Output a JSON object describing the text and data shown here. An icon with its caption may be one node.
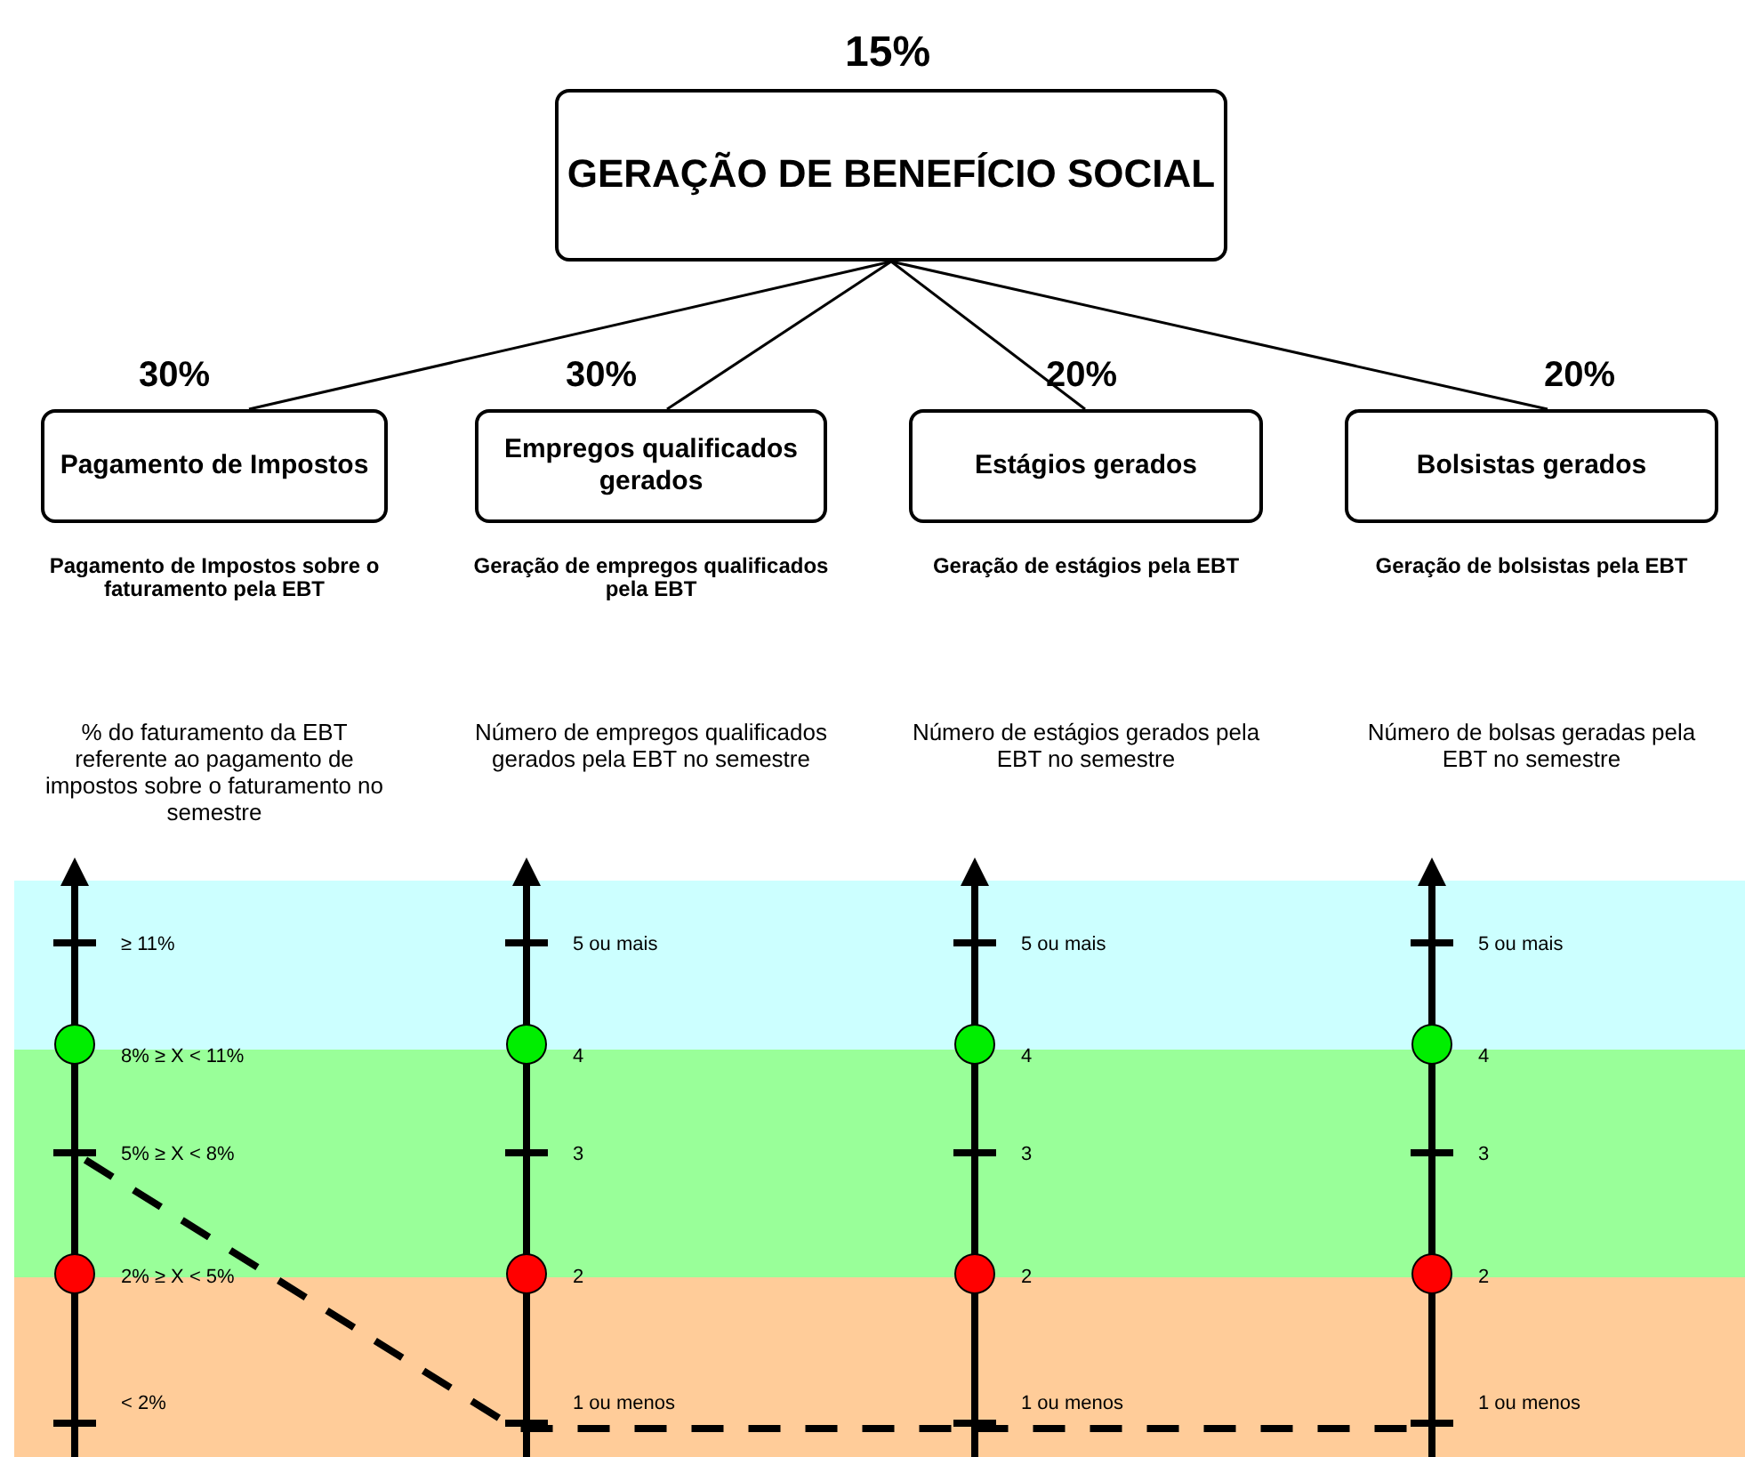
{
  "diagram": {
    "nodes": [
      {
        "text": [
          "GERAÇÃO DE BENEFÍCIO SOCIAL"
        ],
        "beside": [
          "15%"
        ]
      },
      {
        "text": [
          "Pagamento de Impostos"
        ],
        "beside": [
          "30%"
        ]
      },
      {
        "text": [
          "Empregos qualificados gerados"
        ],
        "beside": [
          "30%"
        ]
      },
      {
        "text": [
          "Estágios gerados"
        ],
        "beside": [
          "20%"
        ]
      },
      {
        "text": [
          "Bolsistas gerados"
        ],
        "beside": [
          "20%"
        ]
      }
    ],
    "edges": [
      {
        "from": 0,
        "to": 1,
        "arrow": "none"
      },
      {
        "from": 0,
        "to": 2,
        "arrow": "none"
      },
      {
        "from": 0,
        "to": 3,
        "arrow": "none"
      },
      {
        "from": 0,
        "to": 4,
        "arrow": "none"
      }
    ],
    "labels": [
      "Pagamento de Impostos sobre o faturamento pela EBT",
      "Geração de empregos qualificados pela EBT",
      "Geração de estágios pela EBT",
      "Geração de bolsistas pela EBT",
      "% do faturamento da EBT referente ao pagamento de impostos sobre o faturamento no semestre",
      "Número de empregos qualificados gerados pela EBT no semestre",
      "Número de estágios gerados pela EBT no semestre",
      "Número de bolsas geradas pela EBT no semestre",
      "≥ 11%",
      "8% ≥ X < 11%",
      "5% ≥ X < 8%",
      "2% ≥ X < 5%",
      "< 2%",
      "5 ou mais",
      "4",
      "3",
      "2",
      "1 ou menos",
      "5 ou mais",
      "4",
      "3",
      "2",
      "1 ou menos",
      "5 ou mais",
      "4",
      "3",
      "2",
      "1 ou menos"
    ]
  }
}
